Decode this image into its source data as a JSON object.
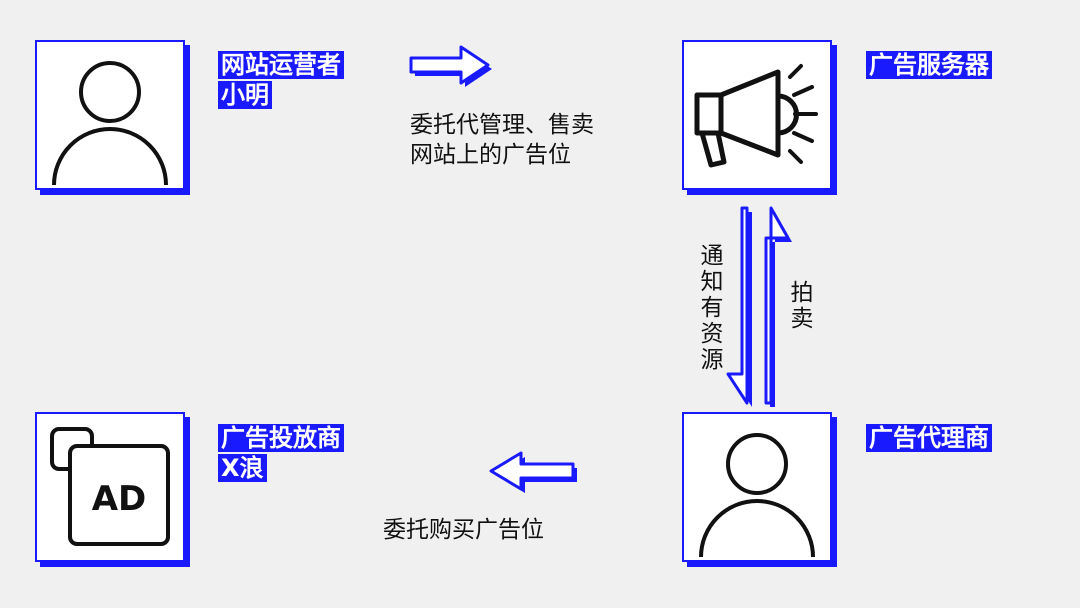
{
  "nodes": {
    "operator": {
      "line1": "网站运营者",
      "line2": "小明",
      "icon": "person-icon"
    },
    "ad_server": {
      "line1": "广告服务器",
      "icon": "megaphone-icon"
    },
    "advertiser": {
      "line1": "广告投放商",
      "line2": "X浪",
      "icon": "ad-icon",
      "icon_text": "AD"
    },
    "agency": {
      "line1": "广告代理商",
      "icon": "person-icon"
    }
  },
  "edges": {
    "operator_to_server": {
      "line1": "委托代管理、售卖",
      "line2": "网站上的广告位"
    },
    "server_to_agency": "通知有资源",
    "agency_to_server": "拍卖",
    "agency_to_advertiser": "委托购买广告位"
  },
  "colors": {
    "accent": "#1a1aff",
    "background": "#f0f0f0",
    "text": "#111111"
  }
}
